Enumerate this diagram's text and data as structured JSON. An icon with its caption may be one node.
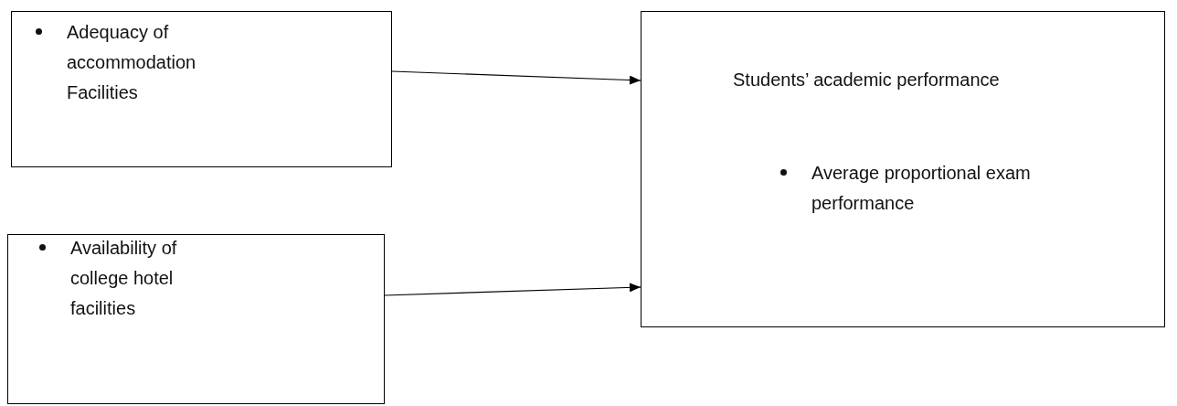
{
  "diagram": {
    "nodes": [
      {
        "text": [
          "Adequacy of accommodation Facilities"
        ]
      },
      {
        "text": [
          "Availability of college hotel facilities"
        ]
      },
      {
        "text": [
          "Students’ academic performance",
          "Average proportional exam performance"
        ]
      }
    ],
    "edges": [
      {
        "from": 0,
        "to": 2,
        "arrow": "to"
      },
      {
        "from": 1,
        "to": 2,
        "arrow": "to"
      }
    ]
  }
}
